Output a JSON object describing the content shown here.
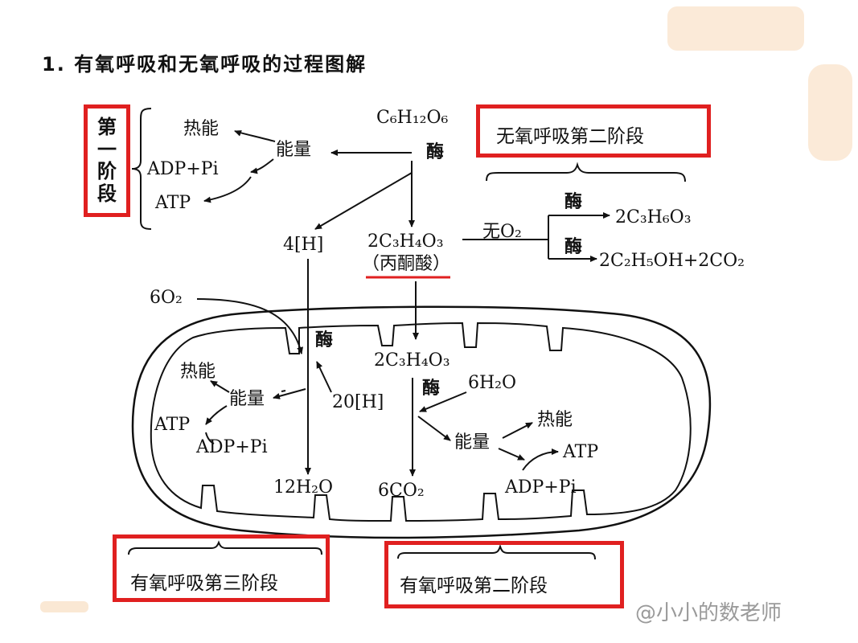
{
  "title": "1. 有氧呼吸和无氧呼吸的过程图解",
  "stage_boxes": {
    "first_stage": "第一阶段",
    "anaerobic_second": "无氧呼吸第二阶段",
    "aerobic_third": "有氧呼吸第三阶段",
    "aerobic_second": "有氧呼吸第二阶段"
  },
  "top": {
    "glucose": "C₆H₁₂O₆",
    "enzyme": "酶",
    "energy": "能量",
    "heat": "热能",
    "adp_pi": "ADP+Pi",
    "atp": "ATP",
    "h4": "4[H]",
    "pyruvate": "2C₃H₄O₃",
    "pyruvate_name": "（丙酮酸）",
    "no_o2": "无O₂",
    "enzyme_a": "酶",
    "enzyme_b": "酶",
    "lactic": "2C₃H₆O₃",
    "ethanol": "2C₂H₅OH+2CO₂"
  },
  "mito": {
    "o2": "6O₂",
    "enzyme_left": "酶",
    "pyruvate": "2C₃H₄O₃",
    "enzyme_mid": "酶",
    "h2o_in": "6H₂O",
    "h20": "20[H]",
    "heat_left": "热能",
    "energy_left": "能量",
    "atp_left": "ATP",
    "adp_left": "ADP+Pi",
    "heat_right": "热能",
    "energy_right": "能量",
    "atp_right": "ATP",
    "adp_right": "ADP+Pi",
    "water_out": "12H₂O",
    "co2_out": "6CO₂"
  },
  "watermark": "@小小的数老师",
  "colors": {
    "highlight": "#e02020",
    "ink": "#111111",
    "deco": "#f7d9b8"
  }
}
